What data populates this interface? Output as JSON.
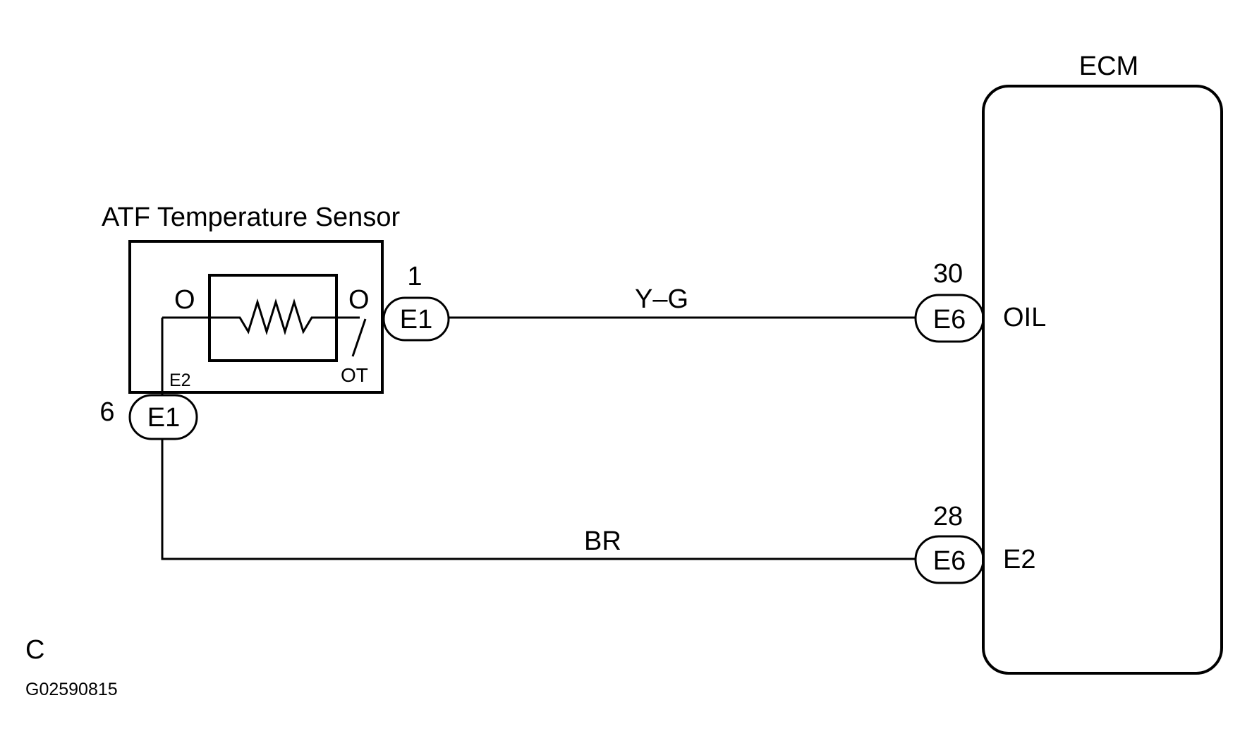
{
  "sensor": {
    "title": "ATF Temperature Sensor",
    "left_terminal_mark": "O",
    "right_terminal_mark": "O",
    "ground_terminal_label": "E2",
    "signal_terminal_label": "OT"
  },
  "connectors": {
    "sensor_signal": {
      "id": "E1",
      "pin": "1"
    },
    "sensor_ground": {
      "id": "E1",
      "pin": "6"
    },
    "ecm_signal": {
      "id": "E6",
      "pin": "30"
    },
    "ecm_ground": {
      "id": "E6",
      "pin": "28"
    }
  },
  "wires": {
    "signal_color": "Y–G",
    "ground_color": "BR"
  },
  "ecm": {
    "title": "ECM",
    "signal_terminal": "OIL",
    "ground_terminal": "E2"
  },
  "footer": {
    "code_letter": "C",
    "figure_id": "G02590815"
  }
}
